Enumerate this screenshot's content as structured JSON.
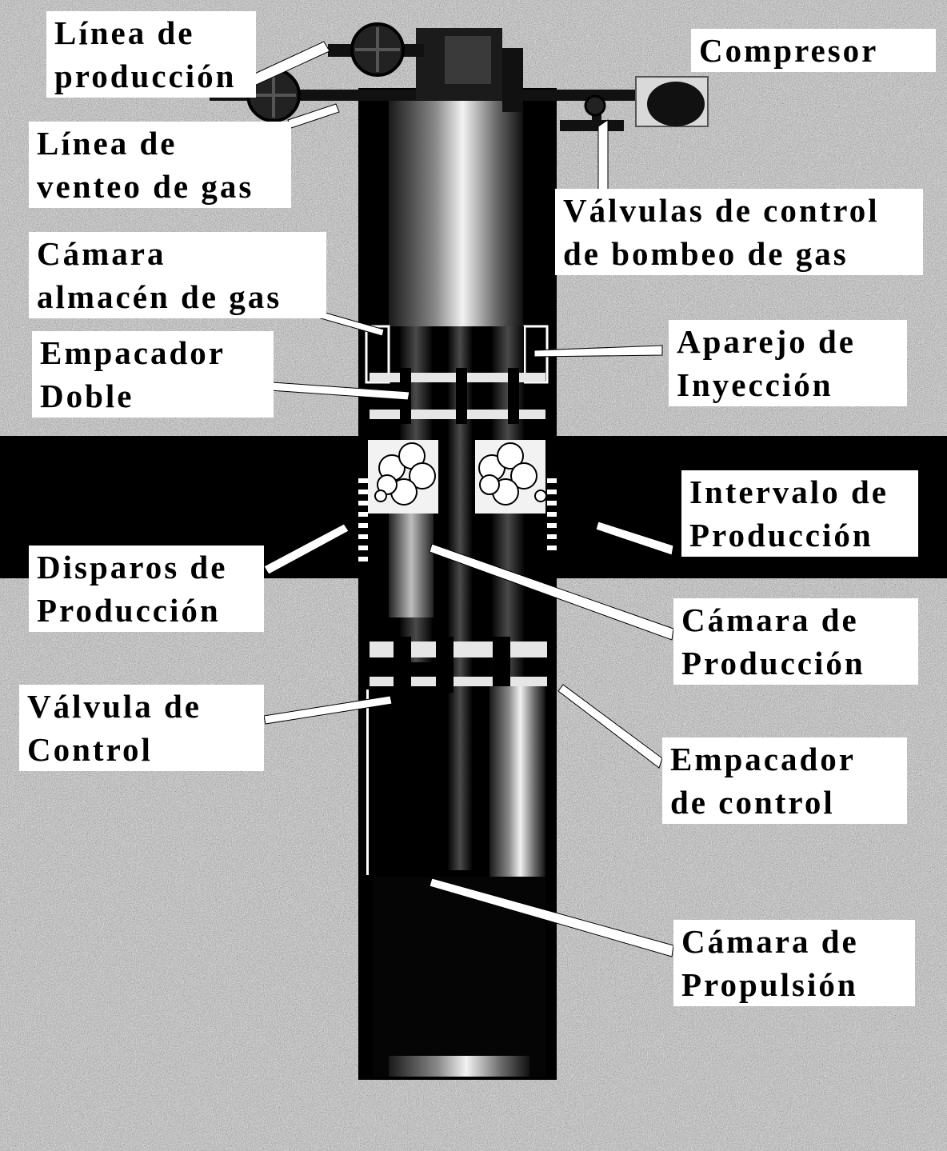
{
  "labels": {
    "linea_produccion": [
      "Línea de",
      "producción"
    ],
    "linea_venteo": [
      "Línea de",
      "venteo de gas"
    ],
    "camara_almacen": [
      "Cámara",
      "almacén de gas"
    ],
    "empacador_doble": [
      "Empacador",
      "Doble"
    ],
    "disparos": [
      "Disparos de",
      "Producción"
    ],
    "valvula_control": [
      "Válvula de",
      "Control"
    ],
    "compresor": [
      "Compresor"
    ],
    "valvulas_bombeo": [
      "Válvulas de control",
      "de bombeo de gas"
    ],
    "aparejo": [
      "Aparejo de",
      "Inyección"
    ],
    "intervalo": [
      "Intervalo de",
      "Producción"
    ],
    "camara_produccion": [
      "Cámara de",
      "Producción"
    ],
    "empacador_control": [
      "Empacador",
      "de control"
    ],
    "camara_propulsion": [
      "Cámara de",
      "Propulsión"
    ]
  },
  "colors": {
    "ground": "#7d7d7d",
    "formation": "#000000",
    "label_bg": "#ffffff",
    "label_text": "#000000"
  }
}
